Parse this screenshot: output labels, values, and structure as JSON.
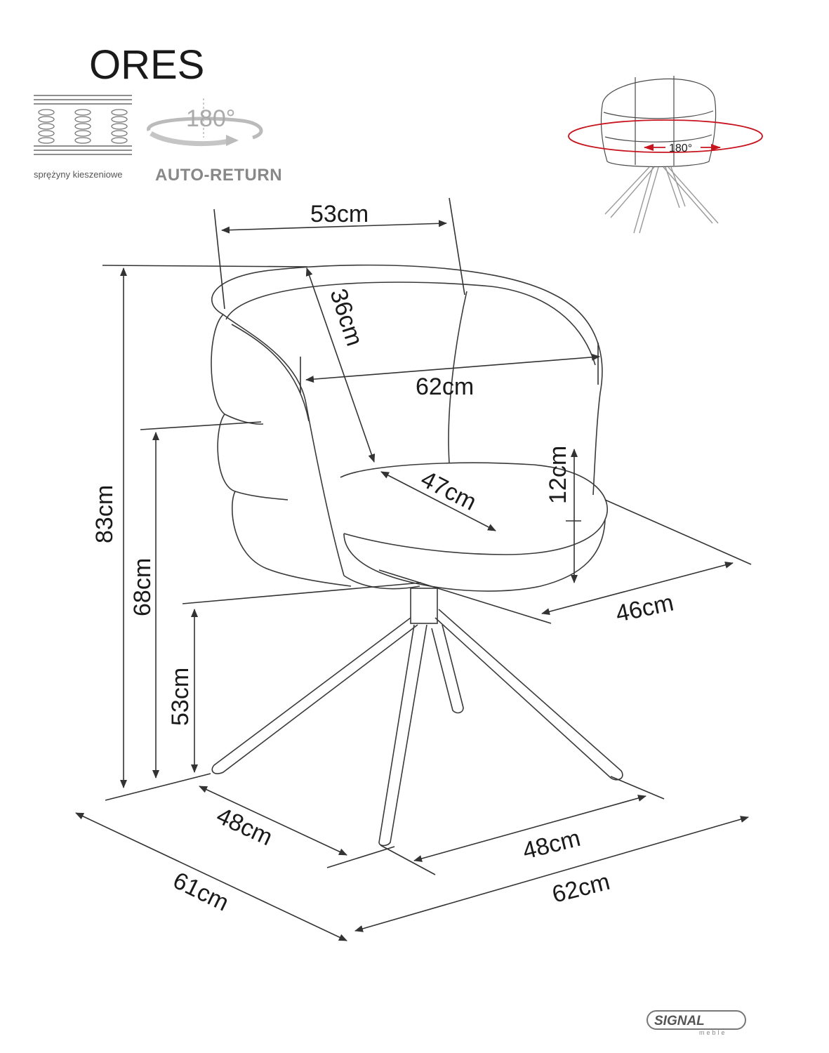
{
  "product": {
    "name": "ORES"
  },
  "features": {
    "springs_label": "sprężyny kieszeniowe",
    "rotation_degrees": "180°",
    "auto_return_label": "AUTO-RETURN"
  },
  "rotation_diagram": {
    "label": "180°",
    "accent_color": "#c8141e"
  },
  "dimensions": {
    "backrest_top_width": "53cm",
    "backrest_depth": "36cm",
    "seat_width": "62cm",
    "armrest_height": "12cm",
    "seat_diagonal": "47cm",
    "seat_depth": "46cm",
    "total_height": "83cm",
    "armrest_floor_height": "68cm",
    "seat_height": "53cm",
    "base_depth": "48cm",
    "base_width": "48cm",
    "total_depth": "61cm",
    "total_width": "62cm"
  },
  "brand": {
    "name": "SIGNAL",
    "sub": "meble"
  }
}
